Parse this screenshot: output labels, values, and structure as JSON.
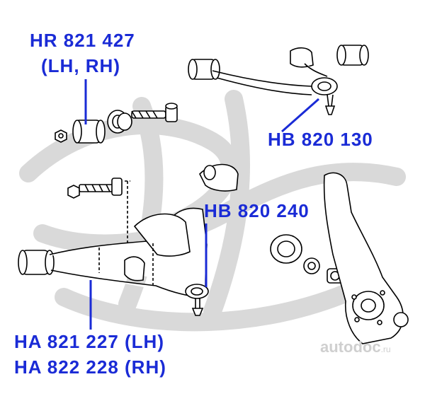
{
  "labels": {
    "upper_bushing_part": "HR 821 427",
    "upper_bushing_sides": "(LH, RH)",
    "upper_ball_joint": "HB 820 130",
    "lower_ball_joint": "HB 820 240",
    "lower_arm_lh": "HA 821 227 (LH)",
    "lower_arm_rh": "HA 822 228 (RH)"
  },
  "watermark": {
    "brand": "autodoc",
    "suffix": ".ru"
  },
  "colors": {
    "label": "#1a2bd6",
    "leader_line": "#1a2bd6",
    "line_art": "#000000",
    "watermark": "#d6d6d6"
  }
}
